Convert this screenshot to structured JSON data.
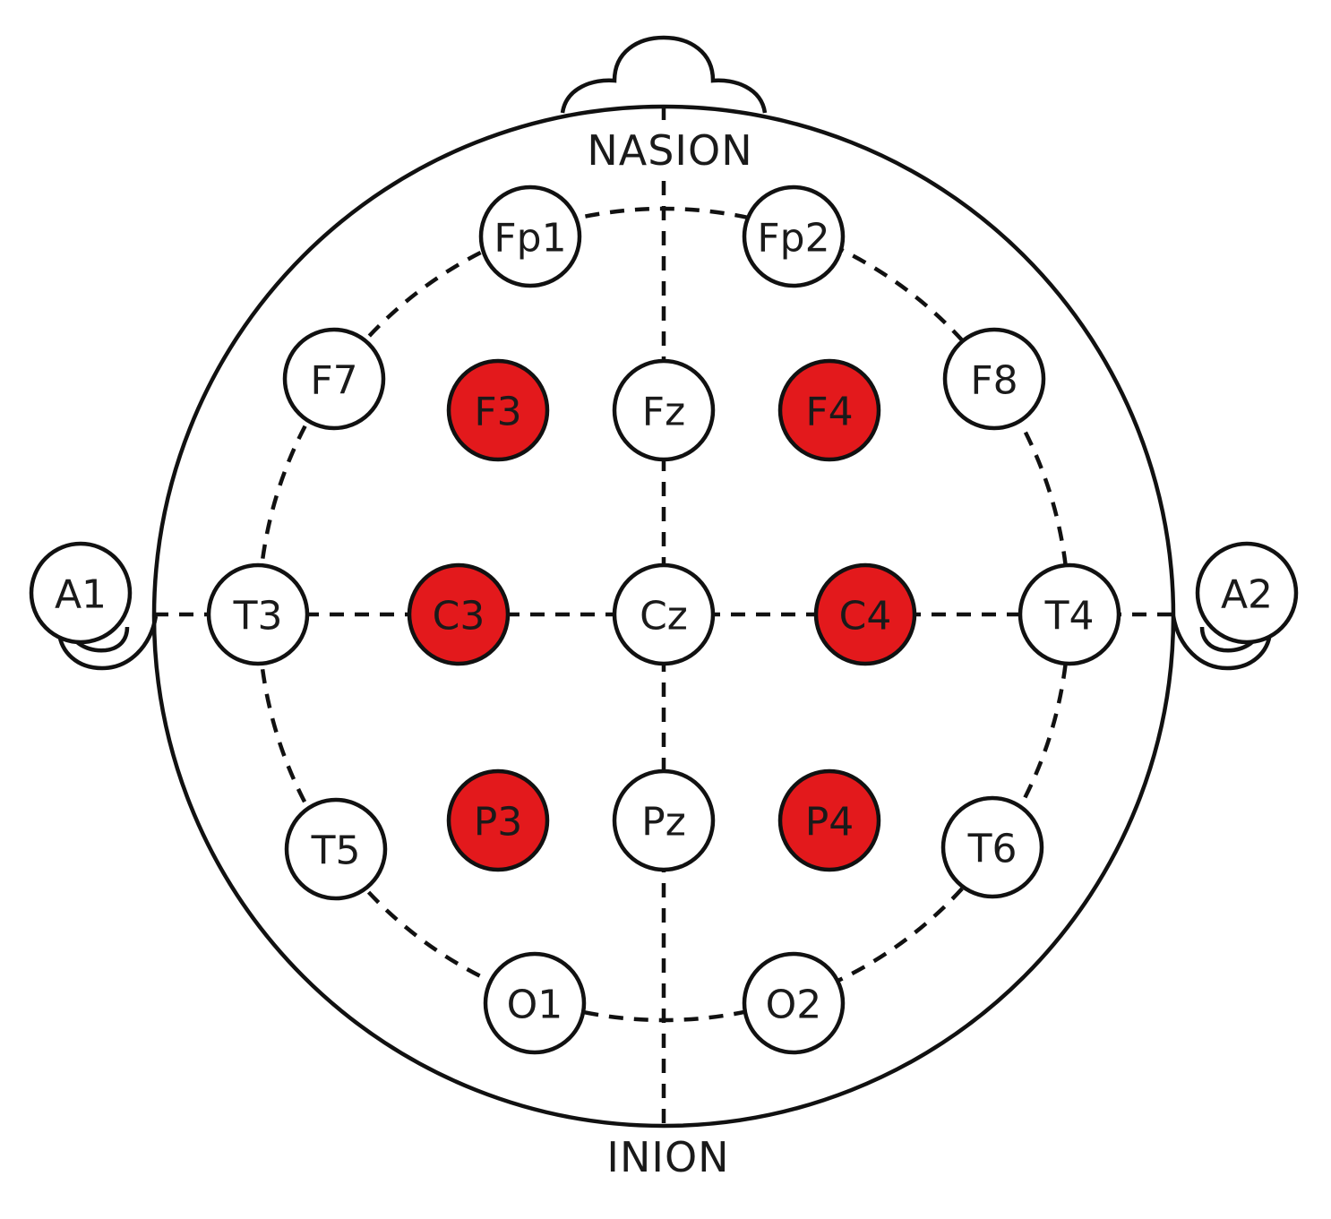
{
  "landmarks": {
    "top": "NASION",
    "bottom": "INION"
  },
  "colors": {
    "highlight": "#e3191c",
    "normal": "#ffffff",
    "stroke": "#111111"
  },
  "electrodes": [
    {
      "id": "Fp1",
      "highlighted": false
    },
    {
      "id": "Fp2",
      "highlighted": false
    },
    {
      "id": "F7",
      "highlighted": false
    },
    {
      "id": "F3",
      "highlighted": true
    },
    {
      "id": "Fz",
      "highlighted": false
    },
    {
      "id": "F4",
      "highlighted": true
    },
    {
      "id": "F8",
      "highlighted": false
    },
    {
      "id": "A1",
      "highlighted": false
    },
    {
      "id": "T3",
      "highlighted": false
    },
    {
      "id": "C3",
      "highlighted": true
    },
    {
      "id": "Cz",
      "highlighted": false
    },
    {
      "id": "C4",
      "highlighted": true
    },
    {
      "id": "T4",
      "highlighted": false
    },
    {
      "id": "A2",
      "highlighted": false
    },
    {
      "id": "T5",
      "highlighted": false
    },
    {
      "id": "P3",
      "highlighted": true
    },
    {
      "id": "Pz",
      "highlighted": false
    },
    {
      "id": "P4",
      "highlighted": true
    },
    {
      "id": "T6",
      "highlighted": false
    },
    {
      "id": "O1",
      "highlighted": false
    },
    {
      "id": "O2",
      "highlighted": false
    }
  ]
}
